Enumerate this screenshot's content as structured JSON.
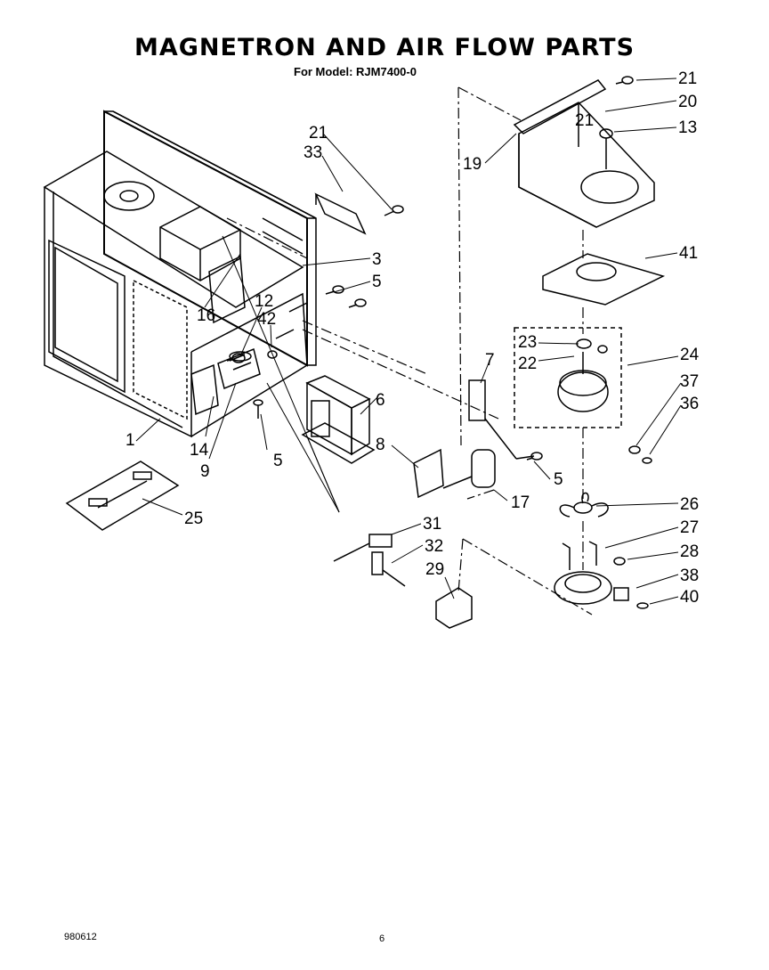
{
  "title": "MAGNETRON AND AIR FLOW PARTS",
  "subtitle": "For Model: RJM7400-0",
  "labels": [
    "21",
    "33",
    "3",
    "5",
    "16",
    "12",
    "42",
    "14",
    "9",
    "5",
    "1",
    "25",
    "6",
    "8",
    "7",
    "5",
    "17",
    "31",
    "32",
    "29",
    "19",
    "21",
    "20",
    "13",
    "21",
    "41",
    "23",
    "22",
    "24",
    "37",
    "36",
    "26",
    "27",
    "28",
    "38",
    "40"
  ],
  "footer_code": "980612",
  "page_number": "6"
}
